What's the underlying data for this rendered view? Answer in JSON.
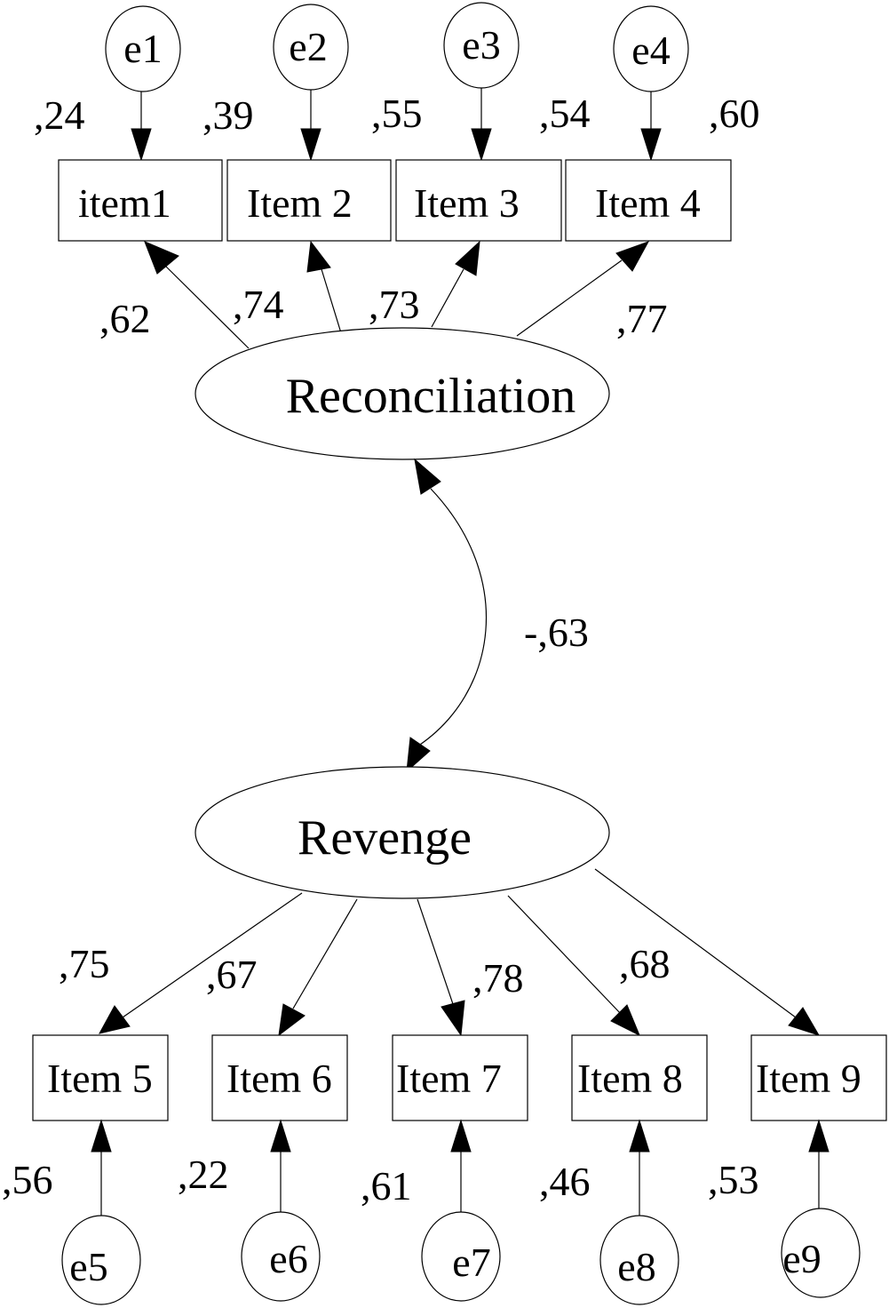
{
  "latent": {
    "reconciliation": "Reconciliation",
    "revenge": "Revenge"
  },
  "errors": [
    "e1",
    "e2",
    "e3",
    "e4",
    "e5",
    "e6",
    "e7",
    "e8",
    "e9"
  ],
  "items": [
    "item1",
    "Item 2",
    "Item 3",
    "Item 4",
    "Item 5",
    "Item 6",
    "Item 7",
    "Item 8",
    "Item 9"
  ],
  "r2": [
    ",24",
    ",39",
    ",55",
    ",54",
    ",60",
    ",56",
    ",22",
    ",61",
    ",46",
    ",53"
  ],
  "loadings": [
    ",62",
    ",74",
    ",73",
    ",77",
    ",75",
    ",67",
    ",78",
    ",68"
  ],
  "correlation": "-,63"
}
